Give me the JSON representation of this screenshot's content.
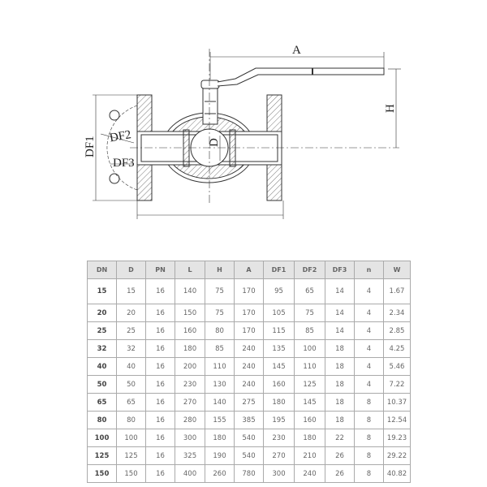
{
  "drawing": {
    "labels": {
      "A": "A",
      "H": "H",
      "DF1": "DF1",
      "DF2": "DF2",
      "DF3": "DF3",
      "D": "D"
    }
  },
  "table": {
    "headers": [
      "DN",
      "D",
      "PN",
      "L",
      "H",
      "A",
      "DF1",
      "DF2",
      "DF3",
      "n",
      "W"
    ],
    "rows": [
      [
        "15",
        "15",
        "16",
        "140",
        "75",
        "170",
        "95",
        "65",
        "14",
        "4",
        "1.67"
      ],
      [
        "20",
        "20",
        "16",
        "150",
        "75",
        "170",
        "105",
        "75",
        "14",
        "4",
        "2.34"
      ],
      [
        "25",
        "25",
        "16",
        "160",
        "80",
        "170",
        "115",
        "85",
        "14",
        "4",
        "2.85"
      ],
      [
        "32",
        "32",
        "16",
        "180",
        "85",
        "240",
        "135",
        "100",
        "18",
        "4",
        "4.25"
      ],
      [
        "40",
        "40",
        "16",
        "200",
        "110",
        "240",
        "145",
        "110",
        "18",
        "4",
        "5.46"
      ],
      [
        "50",
        "50",
        "16",
        "230",
        "130",
        "240",
        "160",
        "125",
        "18",
        "4",
        "7.22"
      ],
      [
        "65",
        "65",
        "16",
        "270",
        "140",
        "275",
        "180",
        "145",
        "18",
        "8",
        "10.37"
      ],
      [
        "80",
        "80",
        "16",
        "280",
        "155",
        "385",
        "195",
        "160",
        "18",
        "8",
        "12.54"
      ],
      [
        "100",
        "100",
        "16",
        "300",
        "180",
        "540",
        "230",
        "180",
        "22",
        "8",
        "19.23"
      ],
      [
        "125",
        "125",
        "16",
        "325",
        "190",
        "540",
        "270",
        "210",
        "26",
        "8",
        "29.22"
      ],
      [
        "150",
        "150",
        "16",
        "400",
        "260",
        "780",
        "300",
        "240",
        "26",
        "8",
        "40.82"
      ]
    ]
  }
}
